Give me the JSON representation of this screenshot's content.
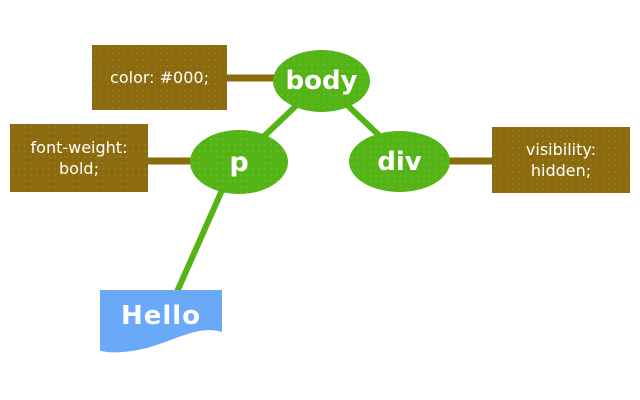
{
  "diagram": {
    "type": "dom-tree-with-css-rules",
    "tree": {
      "root": {
        "label": "body"
      },
      "children": [
        {
          "label": "p"
        },
        {
          "label": "div"
        }
      ]
    },
    "rules": {
      "color": "color: #000;",
      "font_weight": "font-weight:\nbold;",
      "visibility": "visibility:\nhidden;"
    },
    "text_node": {
      "label": "Hello"
    },
    "edges": [
      {
        "from": "color-rule",
        "to": "body-node",
        "color": "brown"
      },
      {
        "from": "body-node",
        "to": "p-node",
        "color": "green"
      },
      {
        "from": "body-node",
        "to": "div-node",
        "color": "green"
      },
      {
        "from": "font-weight-rule",
        "to": "p-node",
        "color": "brown"
      },
      {
        "from": "div-node",
        "to": "visibility-rule",
        "color": "brown"
      },
      {
        "from": "p-node",
        "to": "hello-text-node",
        "color": "green"
      }
    ],
    "colors": {
      "node_green": "#55b415",
      "edge_green": "#55b415",
      "rule_brown": "#8b6b0d",
      "hello_blue": "#6aa8f8",
      "text_white": "#ffffff",
      "background": "#ffffff"
    }
  }
}
